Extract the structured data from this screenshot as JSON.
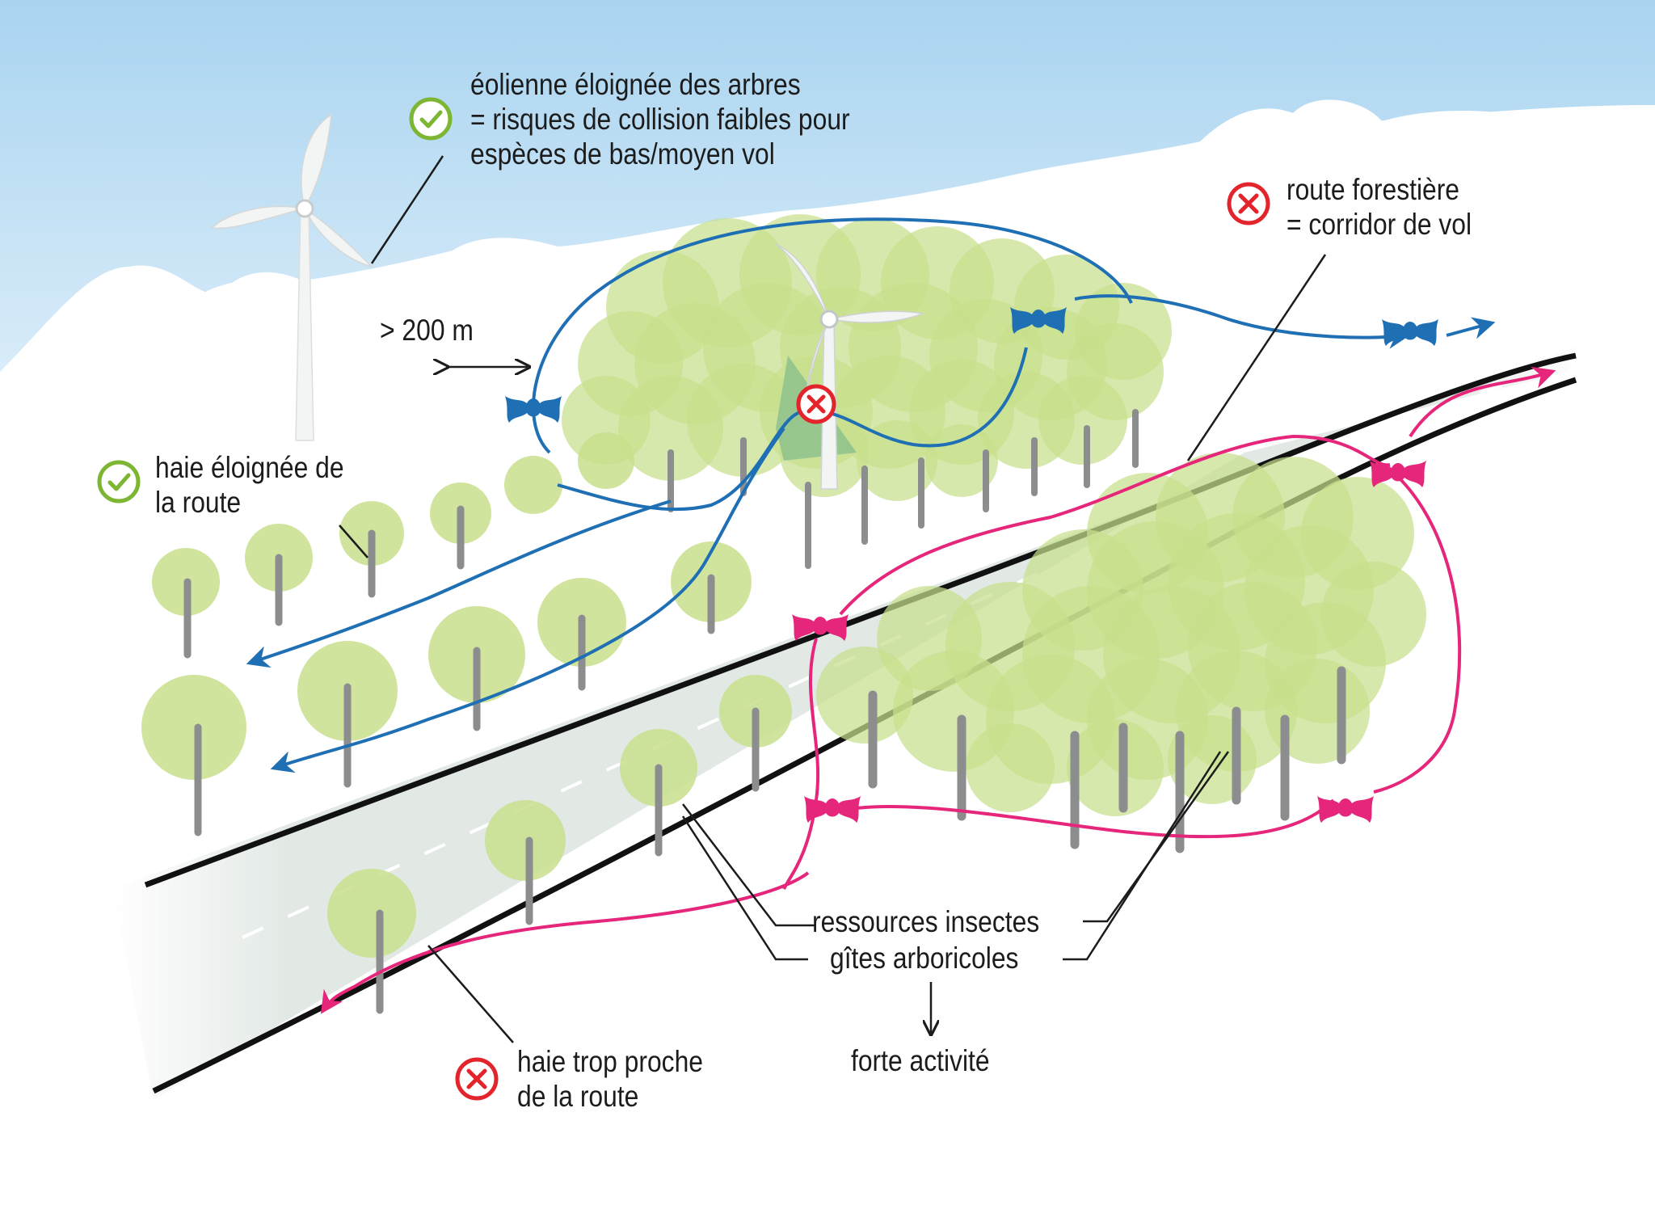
{
  "labels": {
    "turbine_far": {
      "line1": "éolienne éloignée des arbres",
      "line2": "= risques de collision faibles pour",
      "line3": "espèces de bas/moyen vol",
      "status": "ok"
    },
    "distance": "> 200 m",
    "hedge_far": {
      "line1": "haie éloignée de",
      "line2": "la route",
      "status": "ok"
    },
    "forest_road": {
      "line1": "route forestière",
      "line2": "= corridor de vol",
      "status": "bad"
    },
    "resources": {
      "line1": "ressources insectes",
      "line2": "gîtes arboricoles",
      "result_arrow": "↓",
      "result": "forte activité"
    },
    "hedge_near": {
      "line1": "haie trop proche",
      "line2": "de la route",
      "status": "bad"
    }
  },
  "colors": {
    "sky": "#b9dcf3",
    "ok": "#7cb633",
    "bad": "#e3242b",
    "blue_path": "#1f6fb4",
    "pink_path": "#e5267a",
    "tree_canopy": "#c8df8c",
    "tree_trunk": "#8c8d8f",
    "road": "#e4ebe7"
  },
  "icons": {
    "ok": "check-circle-icon",
    "bad": "cross-circle-icon",
    "bat": "bat-icon",
    "turbine": "wind-turbine-icon",
    "tree": "tree-icon"
  }
}
